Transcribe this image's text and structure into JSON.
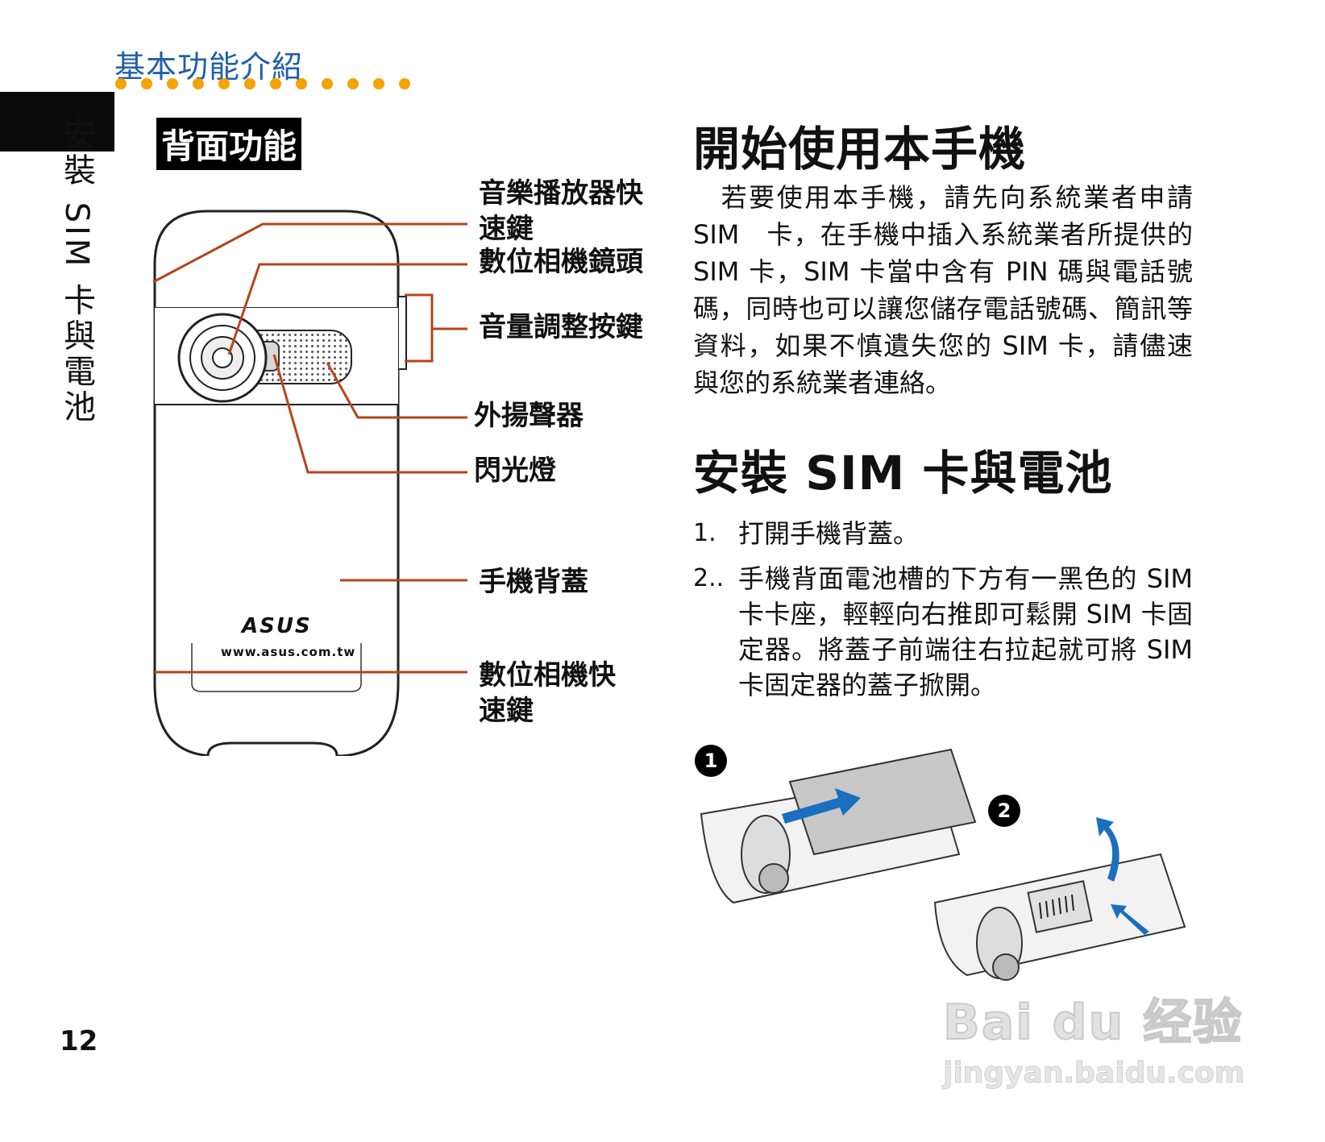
{
  "header": {
    "title": "基本功能介紹"
  },
  "side_tab": {
    "label": "安裝 SIM 卡與電池"
  },
  "back_section": {
    "title": "背面功能"
  },
  "callouts": {
    "music_key": "音樂播放器快\n速鍵",
    "camera_lens": "數位相機鏡頭",
    "volume": "音量調整按鍵",
    "speaker": "外揚聲器",
    "flash": "閃光燈",
    "back_cover": "手機背蓋",
    "camera_key": "數位相機快\n速鍵"
  },
  "phone": {
    "brand": "ASUS",
    "url": "www.asus.com.tw"
  },
  "start": {
    "title": "開始使用本手機",
    "body": "　若要使用本手機，請先向系統業者申請SIM　卡，在手機中插入系統業者所提供的SIM 卡，SIM 卡當中含有 PIN 碼與電話號碼，同時也可以讓您儲存電話號碼、簡訊等資料，如果不慎遺失您的 SIM 卡，請儘速與您的系統業者連絡。"
  },
  "install": {
    "title": "安裝 SIM 卡與電池",
    "steps": [
      {
        "num": "1.",
        "text": "打開手機背蓋。"
      },
      {
        "num": "2..",
        "text": "手機背面電池槽的下方有一黑色的 SIM 卡卡座，輕輕向右推即可鬆開 SIM 卡固定器。將蓋子前端往右拉起就可將 SIM 卡固定器的蓋子掀開。"
      }
    ],
    "markers": [
      "1",
      "2"
    ]
  },
  "page_number": "12",
  "watermark": {
    "brand": "Bai du 经验",
    "url": "jingyan.baidu.com"
  },
  "colors": {
    "header_blue": "#1f5fa8",
    "dot_orange": "#f5a300",
    "leader_red": "#b5451b",
    "arrow_blue": "#1a6fbf"
  }
}
